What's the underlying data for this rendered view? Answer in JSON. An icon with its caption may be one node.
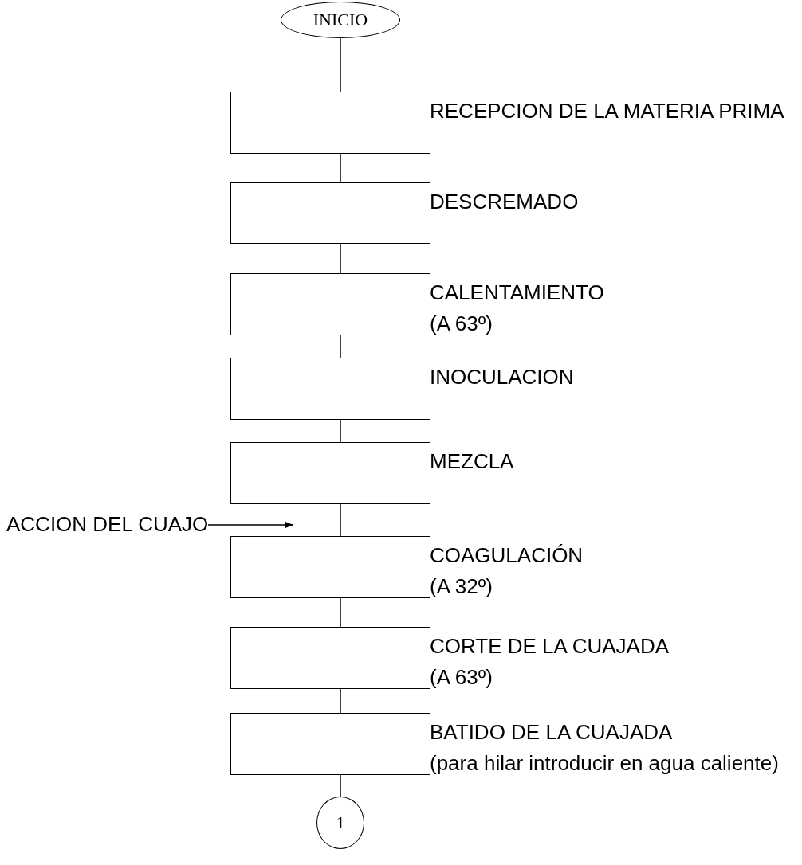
{
  "diagram": {
    "nodes": [
      {
        "text": [
          "INICIO"
        ]
      },
      {
        "text": [
          "RECEPCION DE LA MATERIA PRIMA"
        ]
      },
      {
        "text": [
          "DESCREMADO"
        ]
      },
      {
        "text": [
          "CALENTAMIENTO",
          "(A 63º)"
        ]
      },
      {
        "text": [
          "INOCULACION"
        ]
      },
      {
        "text": [
          "MEZCLA"
        ]
      },
      {
        "text": [
          "COAGULACIÓN",
          "(A 32º)"
        ]
      },
      {
        "text": [
          "CORTE DE LA CUAJADA",
          "(A 63º)"
        ]
      },
      {
        "text": [
          "BATIDO DE LA CUAJADA",
          "(para hilar introducir en agua caliente)"
        ]
      },
      {
        "text": [
          "1"
        ]
      },
      {
        "text": [
          "ACCION DEL CUAJO"
        ]
      }
    ],
    "edges": [
      {
        "from": 0,
        "to": 1,
        "arrow": "none"
      },
      {
        "from": 1,
        "to": 2,
        "arrow": "none"
      },
      {
        "from": 2,
        "to": 3,
        "arrow": "none"
      },
      {
        "from": 3,
        "to": 4,
        "arrow": "none"
      },
      {
        "from": 4,
        "to": 5,
        "arrow": "none"
      },
      {
        "from": 5,
        "to": 6,
        "arrow": "none"
      },
      {
        "from": 6,
        "to": 7,
        "arrow": "none"
      },
      {
        "from": 7,
        "to": 8,
        "arrow": "none"
      },
      {
        "from": 8,
        "to": 9,
        "arrow": "none"
      },
      {
        "from": 10,
        "to": 6,
        "arrow": "to"
      }
    ]
  }
}
